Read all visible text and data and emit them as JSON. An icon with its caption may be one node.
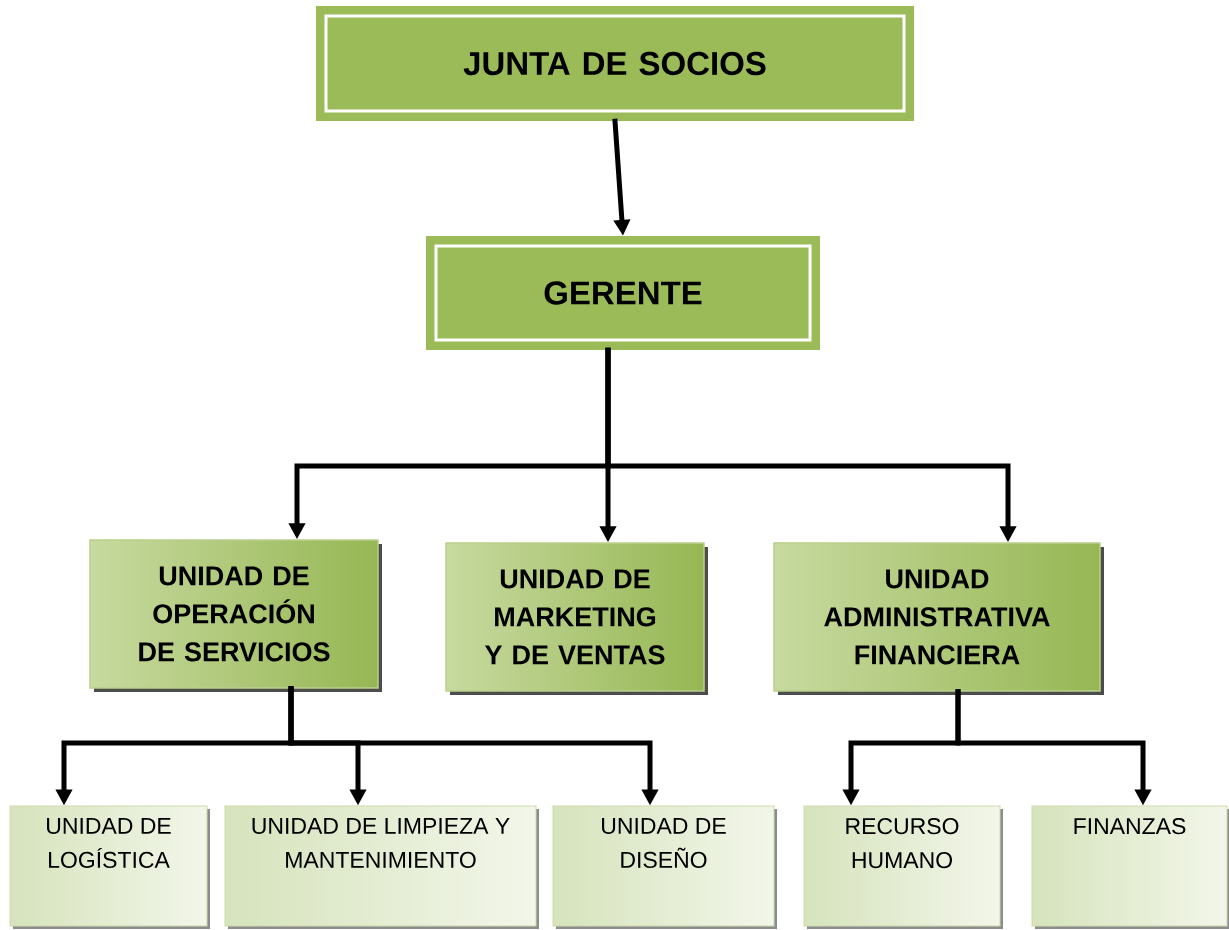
{
  "diagram": {
    "nodes": [
      {
        "text": [
          "JUNTA DE SOCIOS"
        ]
      },
      {
        "text": [
          "GERENTE"
        ]
      },
      {
        "text": [
          "UNIDAD DE OPERACIÓN DE SERVICIOS"
        ]
      },
      {
        "text": [
          "UNIDAD DE MARKETING Y DE VENTAS"
        ]
      },
      {
        "text": [
          "UNIDAD ADMINISTRATIVA FINANCIERA"
        ]
      },
      {
        "text": [
          "UNIDAD DE LOGÍSTICA"
        ]
      },
      {
        "text": [
          "UNIDAD DE LIMPIEZA Y MANTENIMIENTO"
        ]
      },
      {
        "text": [
          "UNIDAD DE DISEÑO"
        ]
      },
      {
        "text": [
          "RECURSO HUMANO"
        ]
      },
      {
        "text": [
          "FINANZAS"
        ]
      }
    ],
    "edges": [
      {
        "from": 0,
        "to": 1,
        "arrow": "to"
      },
      {
        "from": 1,
        "to": 2,
        "arrow": "to"
      },
      {
        "from": 1,
        "to": 3,
        "arrow": "to"
      },
      {
        "from": 1,
        "to": 4,
        "arrow": "to"
      },
      {
        "from": 2,
        "to": 5,
        "arrow": "to"
      },
      {
        "from": 2,
        "to": 6,
        "arrow": "to"
      },
      {
        "from": 2,
        "to": 7,
        "arrow": "to"
      },
      {
        "from": 4,
        "to": 8,
        "arrow": "to"
      },
      {
        "from": 4,
        "to": 9,
        "arrow": "to"
      }
    ]
  }
}
